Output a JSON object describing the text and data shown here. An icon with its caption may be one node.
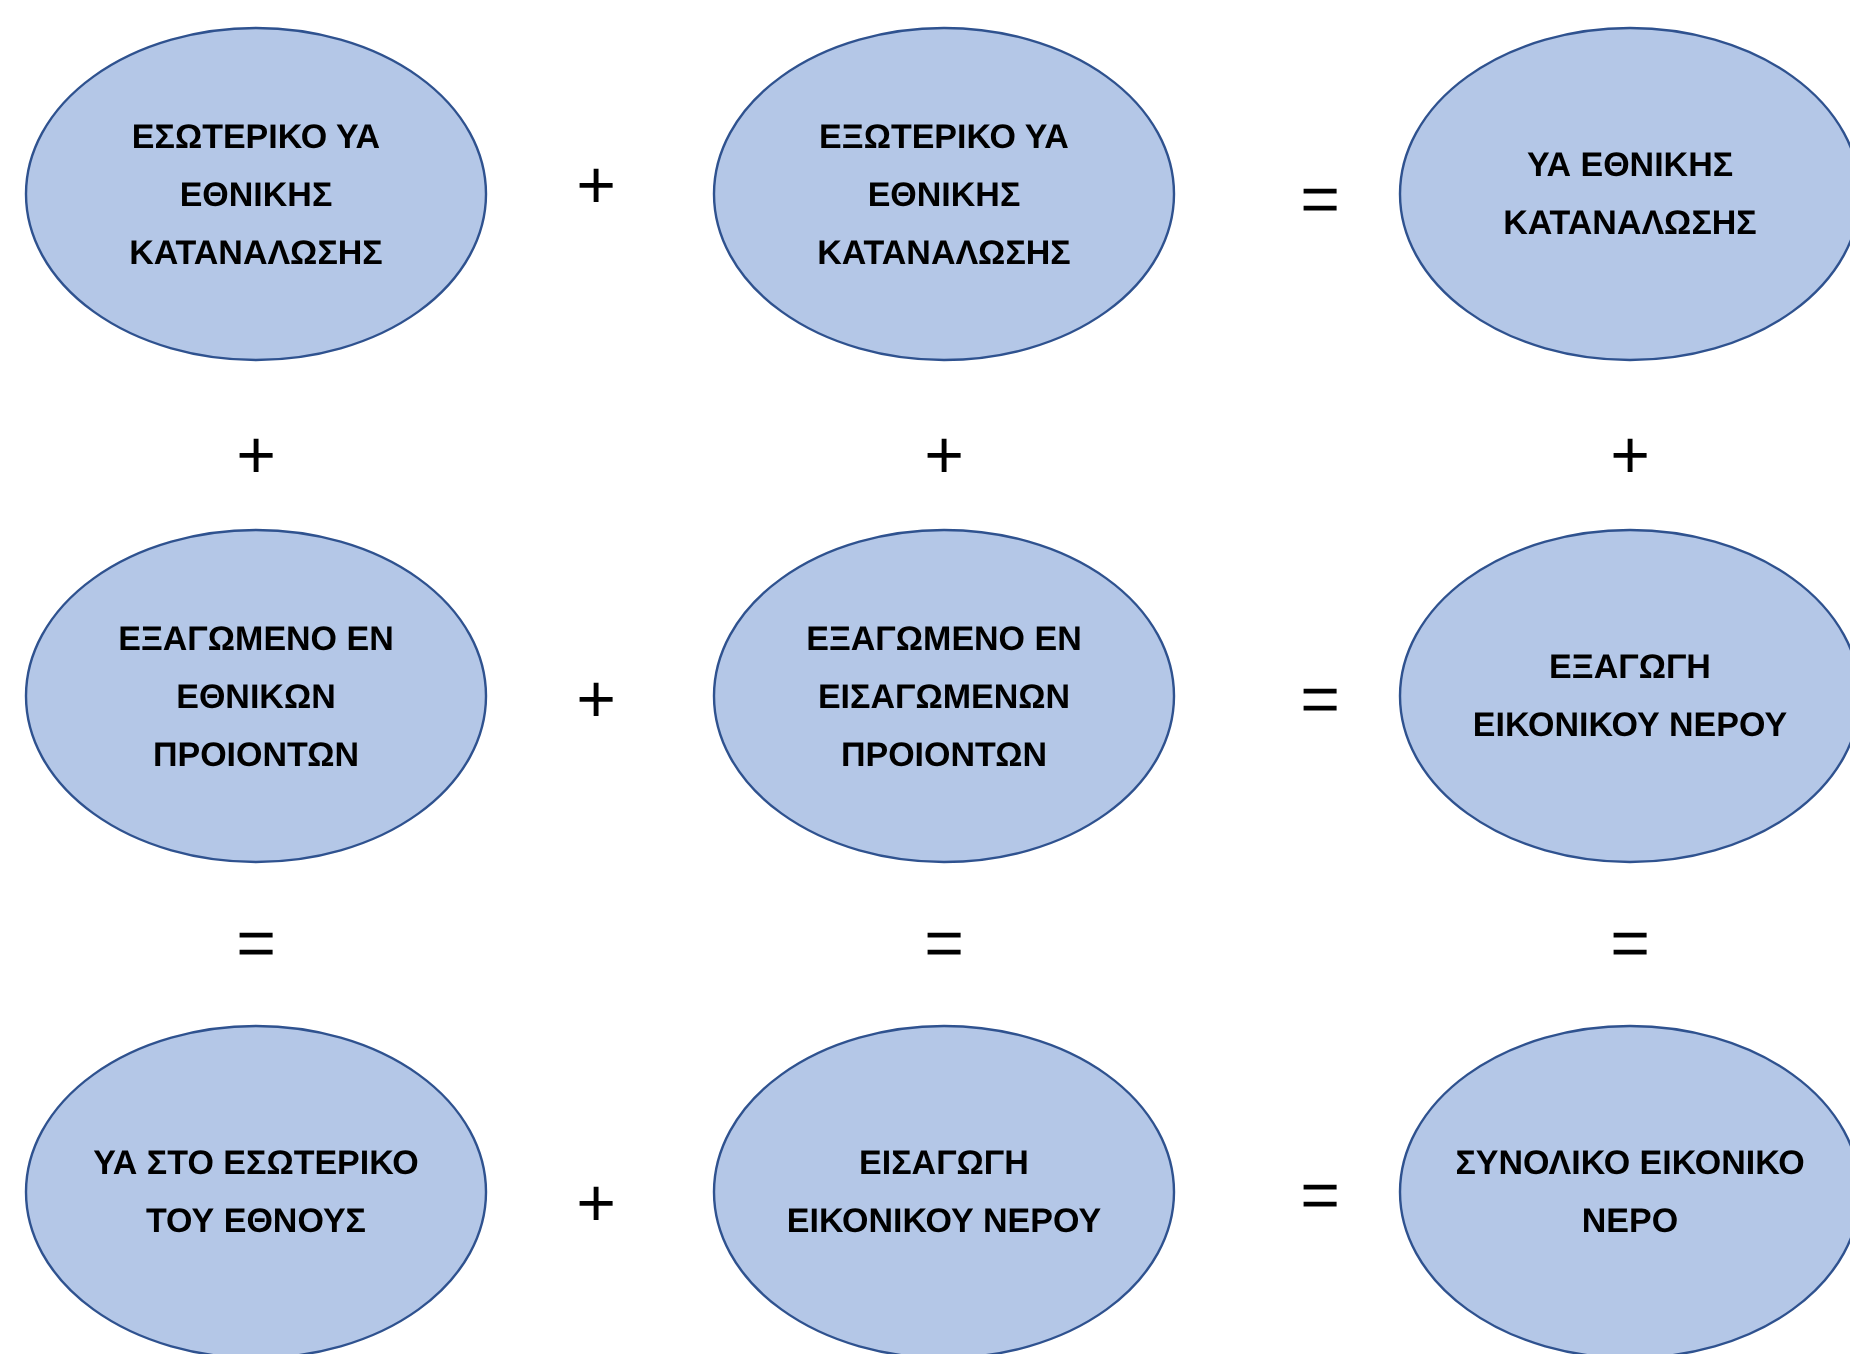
{
  "diagram": {
    "nodes": [
      {
        "text": [
          "ΕΣΩΤΕΡΙΚΟ ΥΑ ΕΘΝΙΚΗΣ ΚΑΤΑΝΑΛΩΣΗΣ"
        ]
      },
      {
        "text": [
          "ΕΞΩΤΕΡΙΚΟ ΥΑ ΕΘΝΙΚΗΣ ΚΑΤΑΝΑΛΩΣΗΣ"
        ]
      },
      {
        "text": [
          "ΥΑ ΕΘΝΙΚΗΣ ΚΑΤΑΝΑΛΩΣΗΣ"
        ]
      },
      {
        "text": [
          "ΕΞΑΓΩΜΕΝΟ ΕΝ ΕΘΝΙΚΩΝ ΠΡΟΙΟΝΤΩΝ"
        ]
      },
      {
        "text": [
          "ΕΞΑΓΩΜΕΝΟ ΕΝ ΕΙΣΑΓΩΜΕΝΩΝ ΠΡΟΙΟΝΤΩΝ"
        ]
      },
      {
        "text": [
          "ΕΞΑΓΩΓΗ ΕΙΚΟΝΙΚΟΥ ΝΕΡΟΥ"
        ]
      },
      {
        "text": [
          "ΥΑ ΣΤΟ ΕΣΩΤΕΡΙΚΟ ΤΟΥ ΕΘΝΟΥΣ"
        ]
      },
      {
        "text": [
          "ΕΙΣΑΓΩΓΗ ΕΙΚΟΝΙΚΟΥ ΝΕΡΟΥ"
        ]
      },
      {
        "text": [
          "ΣΥΝΟΛΙΚΟ ΕΙΚΟΝΙΚΟ ΝΕΡΟ"
        ]
      }
    ],
    "labels": [
      "+",
      "=",
      "+",
      "+",
      "+",
      "+",
      "=",
      "=",
      "=",
      "=",
      "+",
      "="
    ]
  }
}
